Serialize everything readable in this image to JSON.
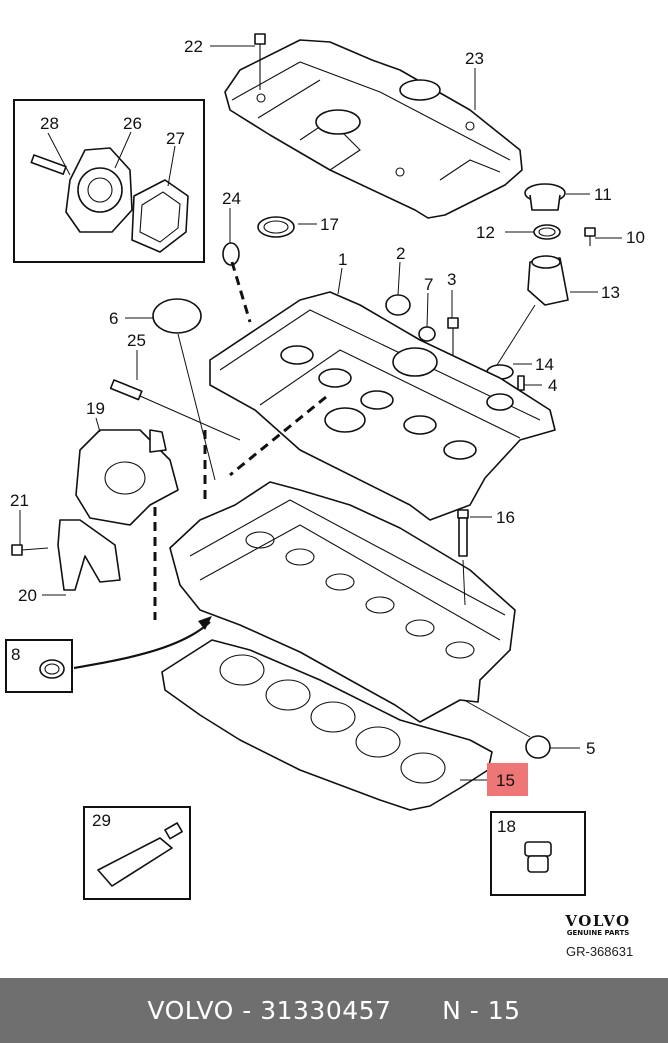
{
  "callouts": {
    "c1": "1",
    "c2": "2",
    "c3": "3",
    "c4": "4",
    "c5": "5",
    "c6": "6",
    "c7": "7",
    "c8": "8",
    "c10": "10",
    "c11": "11",
    "c12": "12",
    "c13": "13",
    "c14": "14",
    "c15": "15",
    "c16": "16",
    "c17": "17",
    "c18": "18",
    "c19": "19",
    "c20": "20",
    "c21": "21",
    "c22": "22",
    "c23": "23",
    "c24": "24",
    "c25": "25",
    "c26": "26",
    "c27": "27",
    "c28": "28",
    "c29": "29"
  },
  "highlight": {
    "part": "15",
    "color": "#ef7676"
  },
  "brand": {
    "logo": "VOLVO",
    "subtitle": "GENUINE PARTS"
  },
  "drawing_ref": "GR-368631",
  "footer": {
    "make": "VOLVO",
    "sep": "-",
    "part_number": "31330457",
    "ref": "N - 15"
  },
  "colors": {
    "footer_bg": "#6f6f6f",
    "line": "#111111"
  }
}
